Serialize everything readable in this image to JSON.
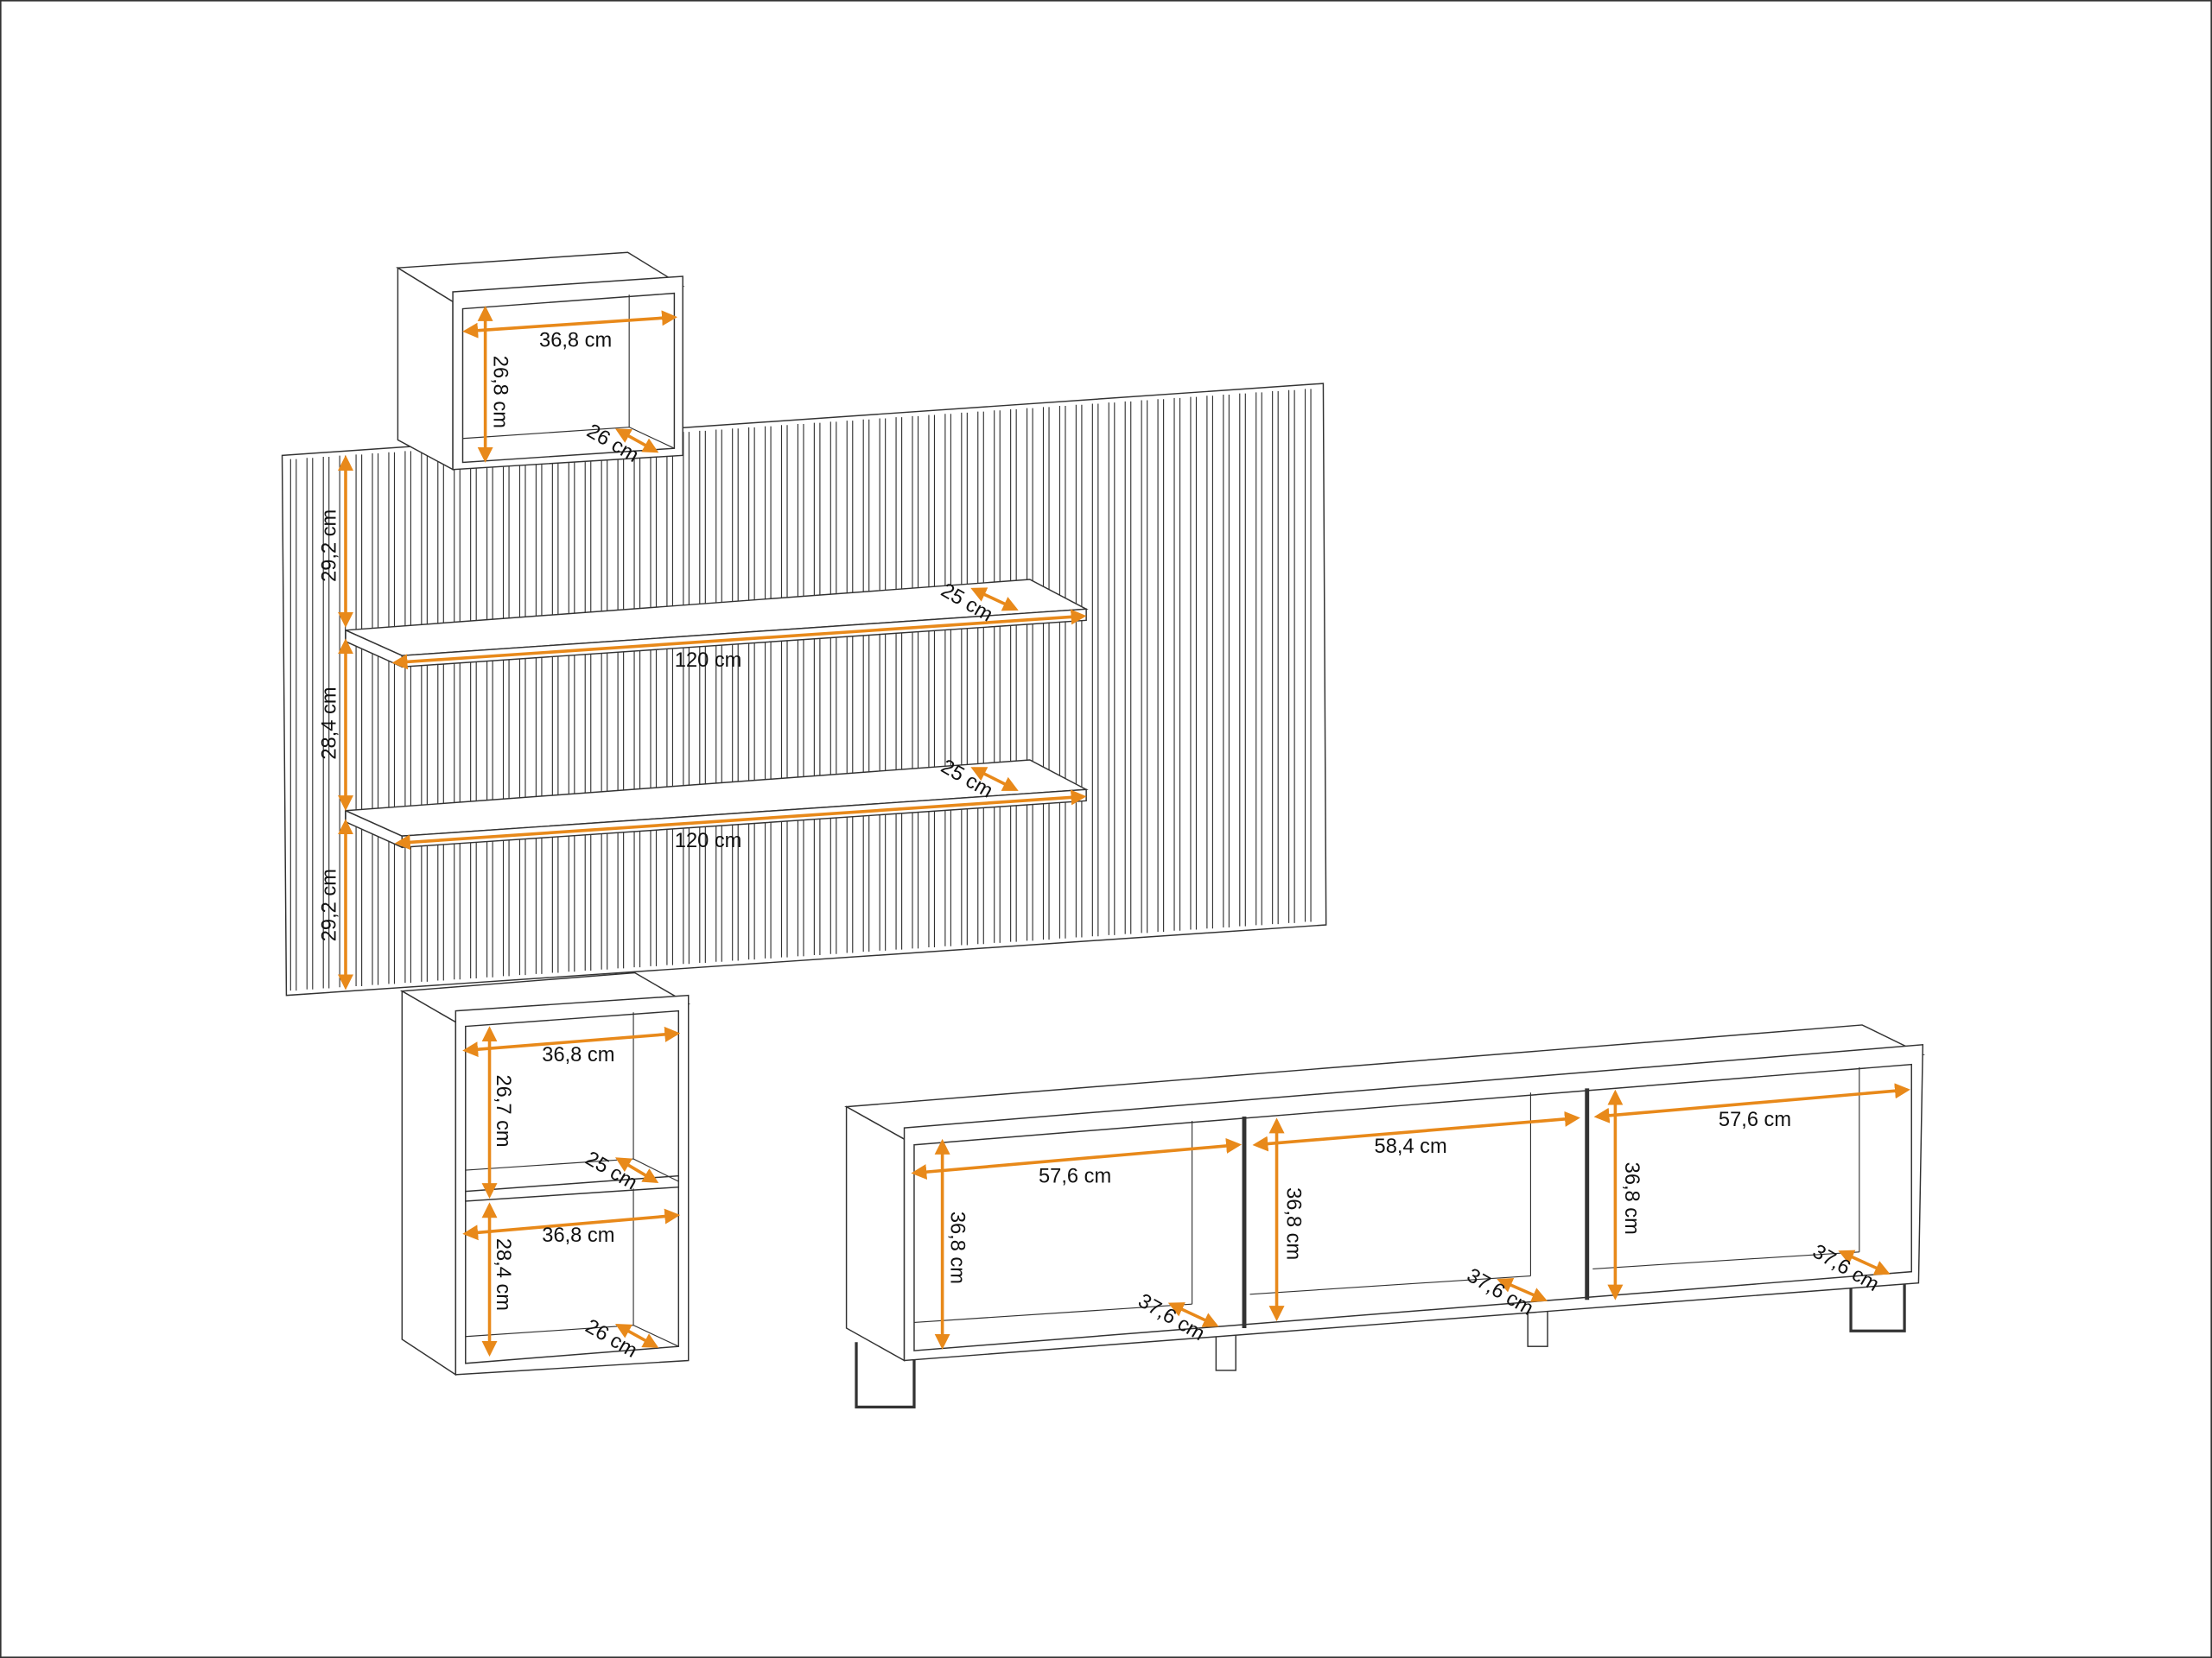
{
  "colors": {
    "dimension": "#E8891A",
    "line": "#333333"
  },
  "dimensions": {
    "top_cube": {
      "width": "36,8 cm",
      "height": "26,8 cm",
      "depth": "26 cm"
    },
    "shelf_upper": {
      "gap_above": "29,2 cm",
      "depth": "25 cm",
      "length": "120 cm"
    },
    "shelf_lower": {
      "gap_above": "28,4 cm",
      "depth": "25 cm",
      "length": "120 cm",
      "gap_below": "29,2 cm"
    },
    "bottom_cabinet": {
      "upper_width": "36,8 cm",
      "upper_height": "26,7 cm",
      "shelf_depth": "25 cm",
      "lower_width": "36,8 cm",
      "lower_height": "28,4 cm",
      "depth": "26 cm"
    },
    "tv_unit": {
      "left_width": "57,6 cm",
      "left_height": "36,8 cm",
      "left_depth": "37,6 cm",
      "middle_width": "58,4 cm",
      "middle_height": "36,8 cm",
      "middle_depth": "37,6 cm",
      "right_width": "57,6 cm",
      "right_height": "36,8 cm",
      "right_depth": "37,6 cm"
    }
  }
}
